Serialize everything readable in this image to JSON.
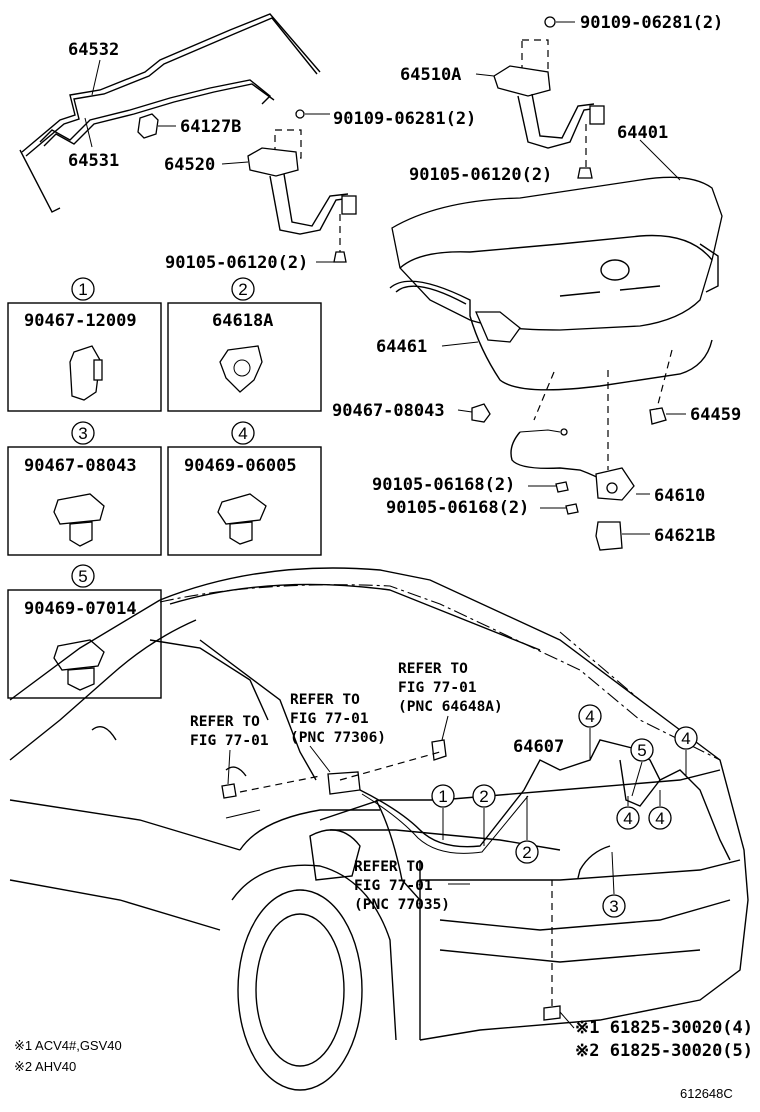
{
  "parts": {
    "p64532": "64532",
    "p64531": "64531",
    "p64127B": "64127B",
    "p64510A": "64510A",
    "p90109a": "90109-06281(2)",
    "p90109b": "90109-06281(2)",
    "p64520": "64520",
    "p64401": "64401",
    "p90105a": "90105-06120(2)",
    "p90105b": "90105-06120(2)",
    "p64461": "64461",
    "p90467_08043": "90467-08043",
    "p64459": "64459",
    "p90105_06168a": "90105-06168(2)",
    "p90105_06168b": "90105-06168(2)",
    "p64610": "64610",
    "p64621B": "64621B",
    "p64607": "64607"
  },
  "clip_boxes": [
    {
      "index": "①",
      "part": "90467-12009"
    },
    {
      "index": "②",
      "part": "64618A"
    },
    {
      "index": "③",
      "part": "90467-08043"
    },
    {
      "index": "④",
      "part": "90469-06005"
    },
    {
      "index": "⑤",
      "part": "90469-07014"
    }
  ],
  "refs": {
    "r1_a": "REFER TO",
    "r1_b": "FIG 77-01",
    "r1_c": "(PNC 64648A)",
    "r2_a": "REFER TO",
    "r2_b": "FIG 77-01",
    "r2_c": "(PNC 77306)",
    "r3_a": "REFER TO",
    "r3_b": "FIG 77-01",
    "r4_a": "REFER TO",
    "r4_b": "FIG 77-01",
    "r4_c": "(PNC 77035)"
  },
  "callouts": {
    "c1": "1",
    "c2a": "2",
    "c2b": "2",
    "c3": "3",
    "c4a": "4",
    "c4b": "4",
    "c4c": "4",
    "c4d": "4",
    "c5": "5"
  },
  "labels": {
    "l61825a": "※1 61825-30020(4)",
    "l61825b": "※2 61825-30020(5)"
  },
  "notes": {
    "n1": "※1 ACV4#,GSV40",
    "n2": "※2 AHV40",
    "code": "612648C"
  }
}
